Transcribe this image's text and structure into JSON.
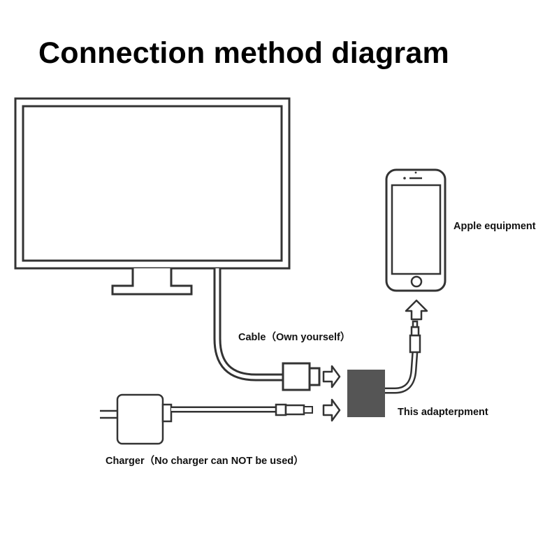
{
  "title": "Connection method diagram",
  "labels": {
    "apple_equipment": "Apple equipment",
    "cable": "Cable（Own yourself）",
    "adapter": "This adapterpment",
    "charger": "Charger（No charger can NOT be used）"
  },
  "icons": [
    "tv-monitor-icon",
    "hdmi-cable-icon",
    "iphone-icon",
    "lightning-plug-icon",
    "adapter-box-icon",
    "usb-charger-icon",
    "arrow-right-icon",
    "arrow-up-icon"
  ],
  "colors": {
    "line": "#333333",
    "adapter": "#555555",
    "background": "#ffffff"
  }
}
